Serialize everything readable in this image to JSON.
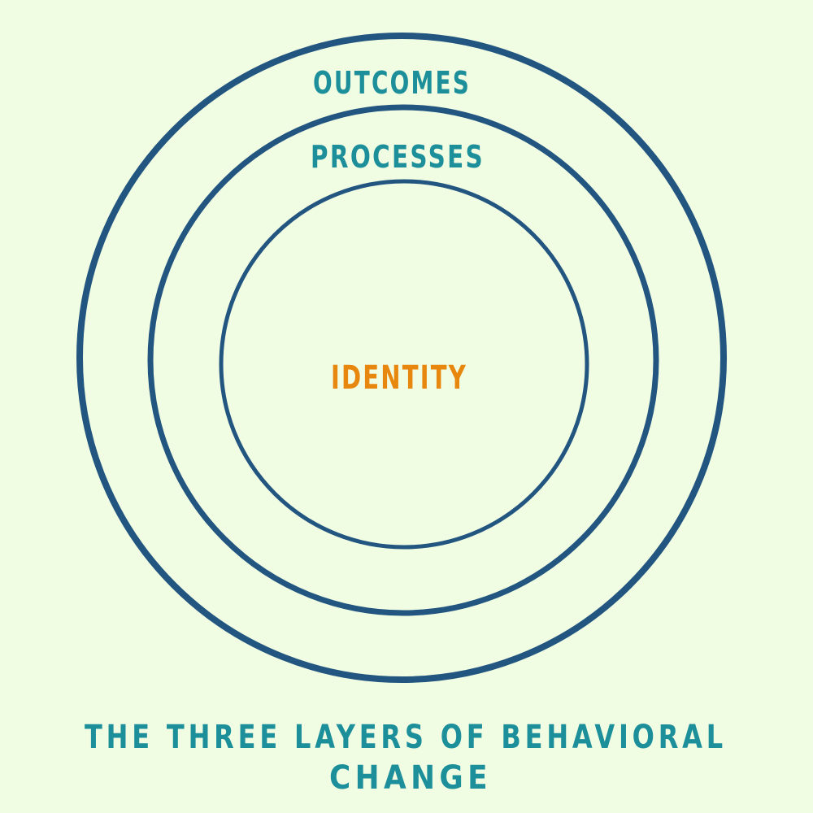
{
  "rings": [
    {
      "id": "outer",
      "label": "OUTCOMES"
    },
    {
      "id": "middle",
      "label": "PROCESSES"
    },
    {
      "id": "inner",
      "label": "IDENTITY"
    }
  ],
  "caption": {
    "line1": "THE THREE LAYERS OF BEHAVIORAL",
    "line2": "CHANGE"
  },
  "colors": {
    "background": "#f1fde3",
    "ring_stroke": "#22557f",
    "outer_label": "#1c8f9a",
    "middle_label": "#1c8f9a",
    "inner_label": "#e8870e",
    "caption": "#1c8f9a"
  }
}
